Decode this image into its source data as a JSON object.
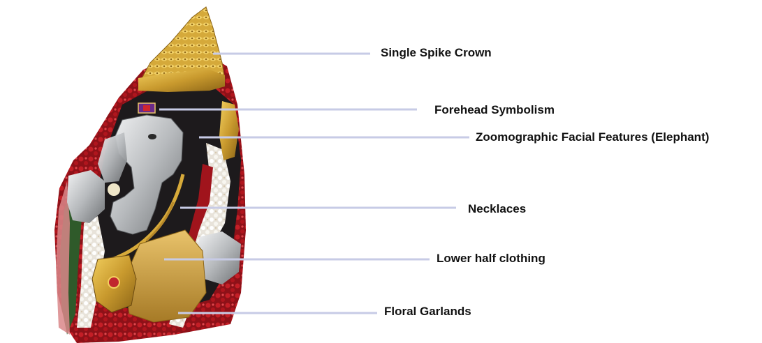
{
  "labels": {
    "crown": "Single Spike Crown",
    "forehead": "Forehead Symbolism",
    "face": "Zoomographic Facial Features (Elephant)",
    "necklaces": "Necklaces",
    "lower": "Lower half clothing",
    "floral": "Floral Garlands"
  },
  "colors": {
    "leader_line": "#c7cbe6",
    "gold": "#c99a2e",
    "silver": "#b9bcc0",
    "red_flowers": "#a0141c",
    "white_flowers": "#f3f0ea",
    "dark_body": "#1d1a1c"
  }
}
